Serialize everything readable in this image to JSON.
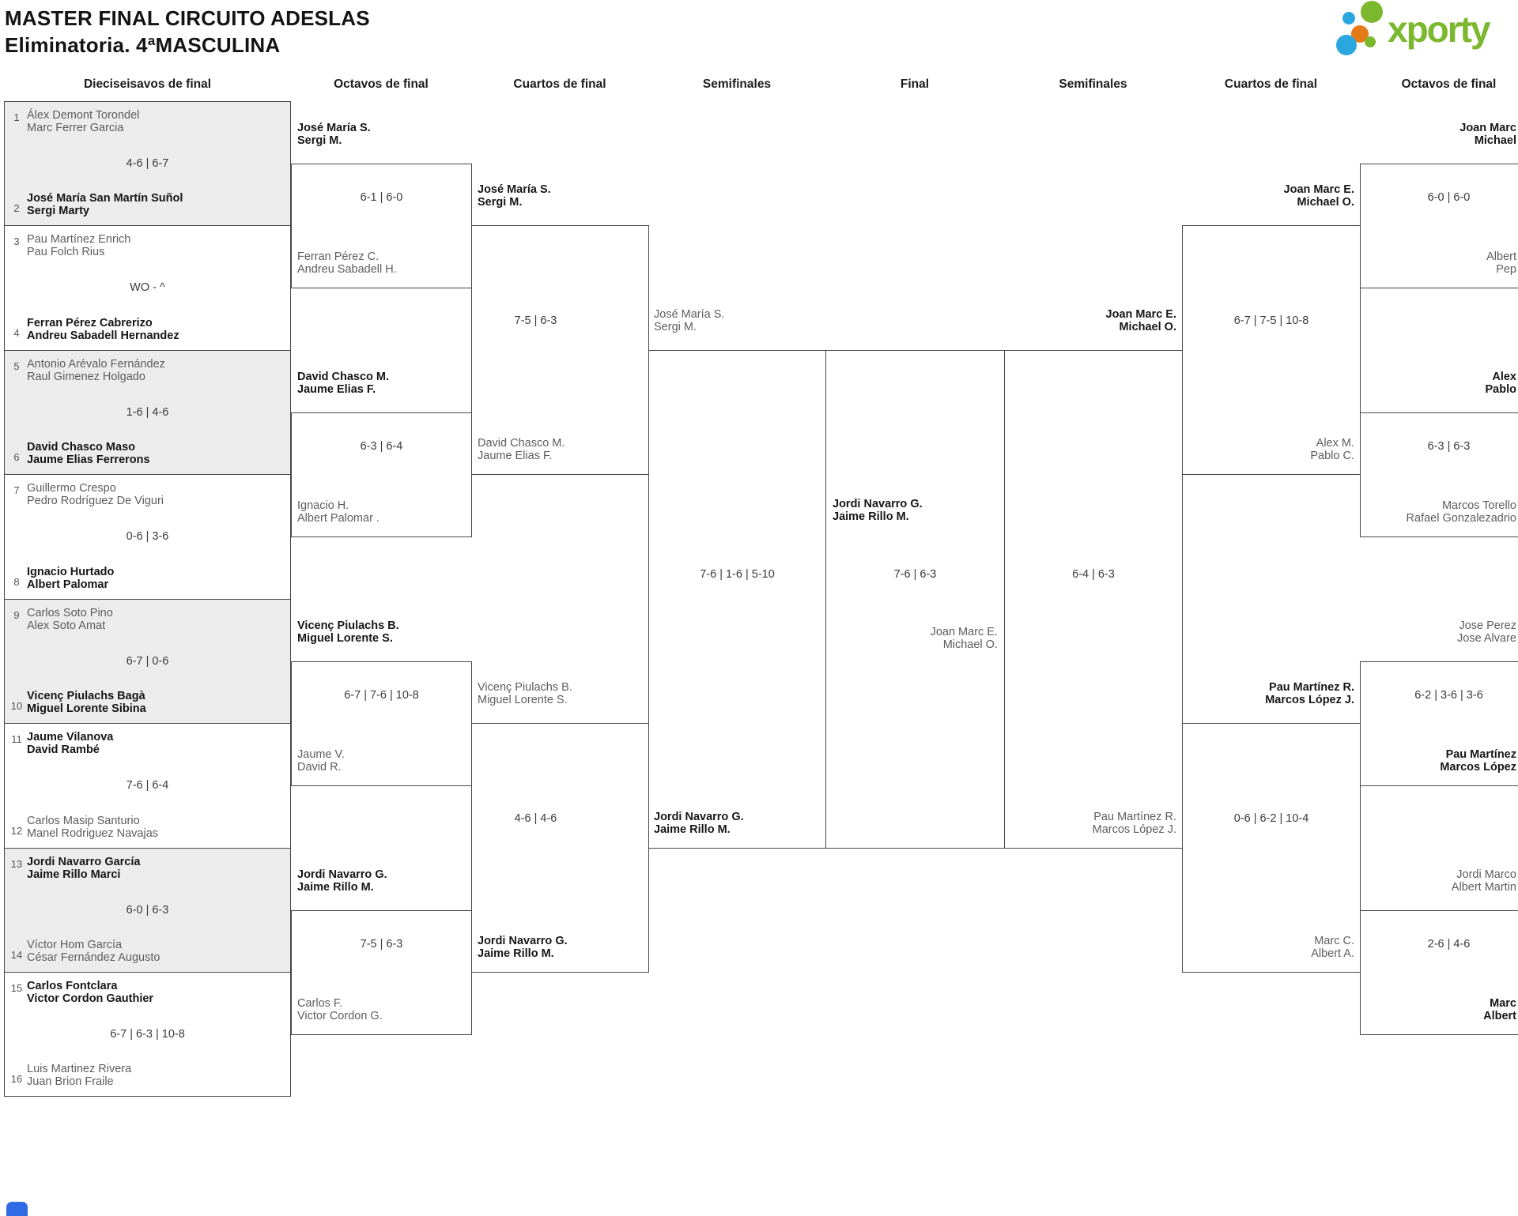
{
  "title": {
    "line1": "MASTER FINAL CIRCUITO ADESLAS",
    "line2": "Eliminatoria. 4ªMASCULINA"
  },
  "logo": {
    "brand": "xporty"
  },
  "colors": {
    "brand_green": "#7cb82e",
    "dot_blue": "#2ba7e0",
    "dot_orange": "#e67a17",
    "shaded_row": "#ececec",
    "box_border": "#474747",
    "winner_text": "#161616",
    "loser_text": "#5d5d5d",
    "widget_blue": "#2e6be4"
  },
  "round_headers": [
    "Dieciseisavos de final",
    "Octavos de final",
    "Cuartos de final",
    "Semifinales",
    "Final",
    "Semifinales",
    "Cuartos de final",
    "Octavos de final"
  ],
  "r32_pairs": [
    {
      "top_num": "1",
      "top_team": [
        "Álex Demont Torondel",
        "Marc Ferrer Garcia"
      ],
      "top_winner": false,
      "score": "4-6 | 6-7",
      "bottom_num": "2",
      "bottom_team": [
        "José María San Martín Suñol",
        "Sergi Marty"
      ],
      "bottom_winner": true,
      "shaded": true
    },
    {
      "top_num": "3",
      "top_team": [
        "Pau Martínez Enrich",
        "Pau Folch Rius"
      ],
      "top_winner": false,
      "score": "WO - ^",
      "bottom_num": "4",
      "bottom_team": [
        "Ferran Pérez Cabrerizo",
        "Andreu Sabadell Hernandez"
      ],
      "bottom_winner": true,
      "shaded": false
    },
    {
      "top_num": "5",
      "top_team": [
        "Antonio Arévalo Fernández",
        "Raul Gimenez Holgado"
      ],
      "top_winner": false,
      "score": "1-6 | 4-6",
      "bottom_num": "6",
      "bottom_team": [
        "David Chasco Maso",
        "Jaume Elias Ferrerons"
      ],
      "bottom_winner": true,
      "shaded": true
    },
    {
      "top_num": "7",
      "top_team": [
        "Guillermo Crespo",
        "Pedro Rodríguez De Viguri"
      ],
      "top_winner": false,
      "score": "0-6 | 3-6",
      "bottom_num": "8",
      "bottom_team": [
        "Ignacio Hurtado",
        "Albert Palomar"
      ],
      "bottom_winner": true,
      "shaded": false
    },
    {
      "top_num": "9",
      "top_team": [
        "Carlos Soto Pino",
        "Alex Soto Amat"
      ],
      "top_winner": false,
      "score": "6-7 | 0-6",
      "bottom_num": "10",
      "bottom_team": [
        "Vicenç Piulachs Bagà",
        "Miguel Lorente Sibina"
      ],
      "bottom_winner": true,
      "shaded": true
    },
    {
      "top_num": "11",
      "top_team": [
        "Jaume Vilanova",
        "David Rambé"
      ],
      "top_winner": true,
      "score": "7-6 | 6-4",
      "bottom_num": "12",
      "bottom_team": [
        "Carlos Masip Santurio",
        "Manel Rodriguez Navajas"
      ],
      "bottom_winner": false,
      "shaded": false
    },
    {
      "top_num": "13",
      "top_team": [
        "Jordi Navarro García",
        "Jaime Rillo Marci"
      ],
      "top_winner": true,
      "score": "6-0 | 6-3",
      "bottom_num": "14",
      "bottom_team": [
        "Víctor Hom García",
        "César Fernández Augusto"
      ],
      "bottom_winner": false,
      "shaded": true
    },
    {
      "top_num": "15",
      "top_team": [
        "Carlos Fontclara",
        "Victor Cordon Gauthier"
      ],
      "top_winner": true,
      "score": "6-7 | 6-3 | 10-8",
      "bottom_num": "16",
      "bottom_team": [
        "Luis Martinez Rivera",
        "Juan Brion Fraile"
      ],
      "bottom_winner": false,
      "shaded": false
    }
  ],
  "matches": {
    "octavos_left": [
      {
        "top": [
          "José María S.",
          "Sergi M."
        ],
        "top_winner": true,
        "score": "6-1 | 6-0",
        "bottom": [
          "Ferran Pérez C.",
          "Andreu Sabadell H."
        ],
        "bottom_winner": false
      },
      {
        "top": [
          "David Chasco M.",
          "Jaume Elias F."
        ],
        "top_winner": true,
        "score": "6-3 | 6-4",
        "bottom": [
          "Ignacio H.",
          "Albert Palomar ."
        ],
        "bottom_winner": false
      },
      {
        "top": [
          "Vicenç Piulachs B.",
          "Miguel Lorente S."
        ],
        "top_winner": true,
        "score": "6-7 | 7-6 | 10-8",
        "bottom": [
          "Jaume V.",
          "David R."
        ],
        "bottom_winner": false
      },
      {
        "top": [
          "Jordi Navarro G.",
          "Jaime Rillo M."
        ],
        "top_winner": true,
        "score": "7-5 | 6-3",
        "bottom": [
          "Carlos F.",
          "Victor Cordon G."
        ],
        "bottom_winner": false
      }
    ],
    "cuartos_left": [
      {
        "top": [
          "José María S.",
          "Sergi M."
        ],
        "top_winner": true,
        "score": "7-5 | 6-3",
        "bottom": [
          "David Chasco M.",
          "Jaume Elias F."
        ],
        "bottom_winner": false
      },
      {
        "top": [
          "Vicenç Piulachs B.",
          "Miguel Lorente S."
        ],
        "top_winner": false,
        "score": "4-6 | 4-6",
        "bottom": [
          "Jordi Navarro G.",
          "Jaime Rillo M."
        ],
        "bottom_winner": true
      }
    ],
    "semifinal_left": {
      "top": [
        "José María S.",
        "Sergi M."
      ],
      "top_winner": false,
      "score": "7-6 | 1-6 | 5-10",
      "bottom": [
        "Jordi Navarro G.",
        "Jaime Rillo M."
      ],
      "bottom_winner": true
    },
    "final": {
      "top": [
        "Jordi Navarro G.",
        "Jaime Rillo M."
      ],
      "top_winner": true,
      "score": "7-6 | 6-3",
      "bottom": [
        "Joan Marc E.",
        "Michael O."
      ],
      "bottom_winner": false
    },
    "semifinal_right": {
      "top": [
        "Joan Marc E.",
        "Michael O."
      ],
      "top_winner": true,
      "score": "6-4 | 6-3",
      "bottom": [
        "Pau Martínez R.",
        "Marcos López J."
      ],
      "bottom_winner": false
    },
    "cuartos_right": [
      {
        "top": [
          "Joan Marc E.",
          "Michael O."
        ],
        "top_winner": true,
        "score": "6-7 | 7-5 | 10-8",
        "bottom": [
          "Alex M.",
          "Pablo C."
        ],
        "bottom_winner": false
      },
      {
        "top": [
          "Pau Martínez R.",
          "Marcos López J."
        ],
        "top_winner": true,
        "score": "0-6 | 6-2 | 10-4",
        "bottom": [
          "Marc C.",
          "Albert A."
        ],
        "bottom_winner": false
      }
    ],
    "octavos_right": [
      {
        "top": [
          "Joan Marc",
          "Michael"
        ],
        "top_winner": true,
        "score": "6-0 | 6-0",
        "bottom": [
          "Albert",
          "Pep"
        ],
        "bottom_winner": false
      },
      {
        "top": [
          "Alex",
          "Pablo"
        ],
        "top_winner": true,
        "score": "6-3 | 6-3",
        "bottom": [
          "Marcos Torello",
          "Rafael Gonzalezadrio"
        ],
        "bottom_winner": false
      },
      {
        "top": [
          "Jose Perez",
          "Jose Alvare"
        ],
        "top_winner": false,
        "score": "6-2 | 3-6 | 3-6",
        "bottom": [
          "Pau Martínez",
          "Marcos López"
        ],
        "bottom_winner": true
      },
      {
        "top": [
          "Jordi Marco",
          "Albert Martin"
        ],
        "top_winner": false,
        "score": "2-6 | 4-6",
        "bottom": [
          "Marc",
          "Albert"
        ],
        "bottom_winner": true
      }
    ]
  }
}
